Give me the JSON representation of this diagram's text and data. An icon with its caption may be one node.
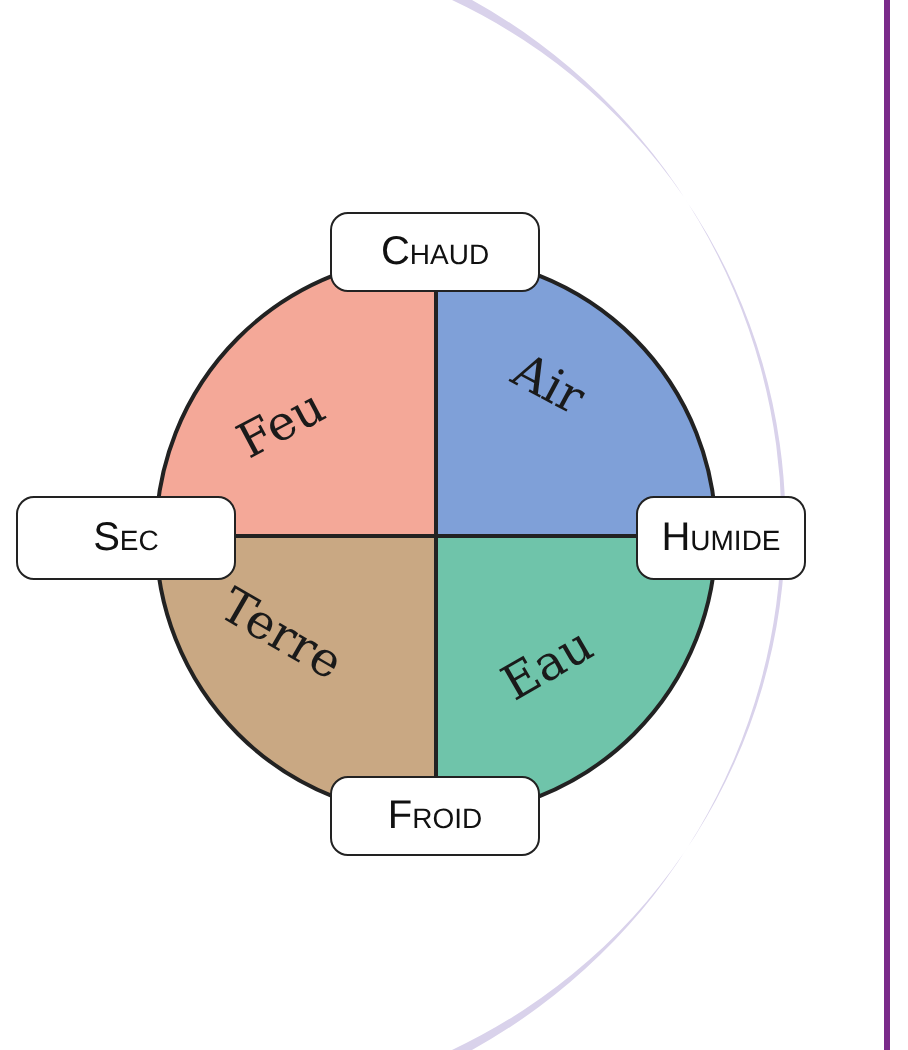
{
  "diagram": {
    "nodes": [
      {
        "text": [
          "Chaud"
        ]
      },
      {
        "text": [
          "Feu"
        ]
      },
      {
        "text": [
          "Air"
        ]
      },
      {
        "text": [
          "Sec"
        ]
      },
      {
        "text": [
          "Humide"
        ]
      },
      {
        "text": [
          "Terre"
        ]
      },
      {
        "text": [
          "Eau"
        ]
      },
      {
        "text": [
          "Froid"
        ]
      }
    ]
  }
}
